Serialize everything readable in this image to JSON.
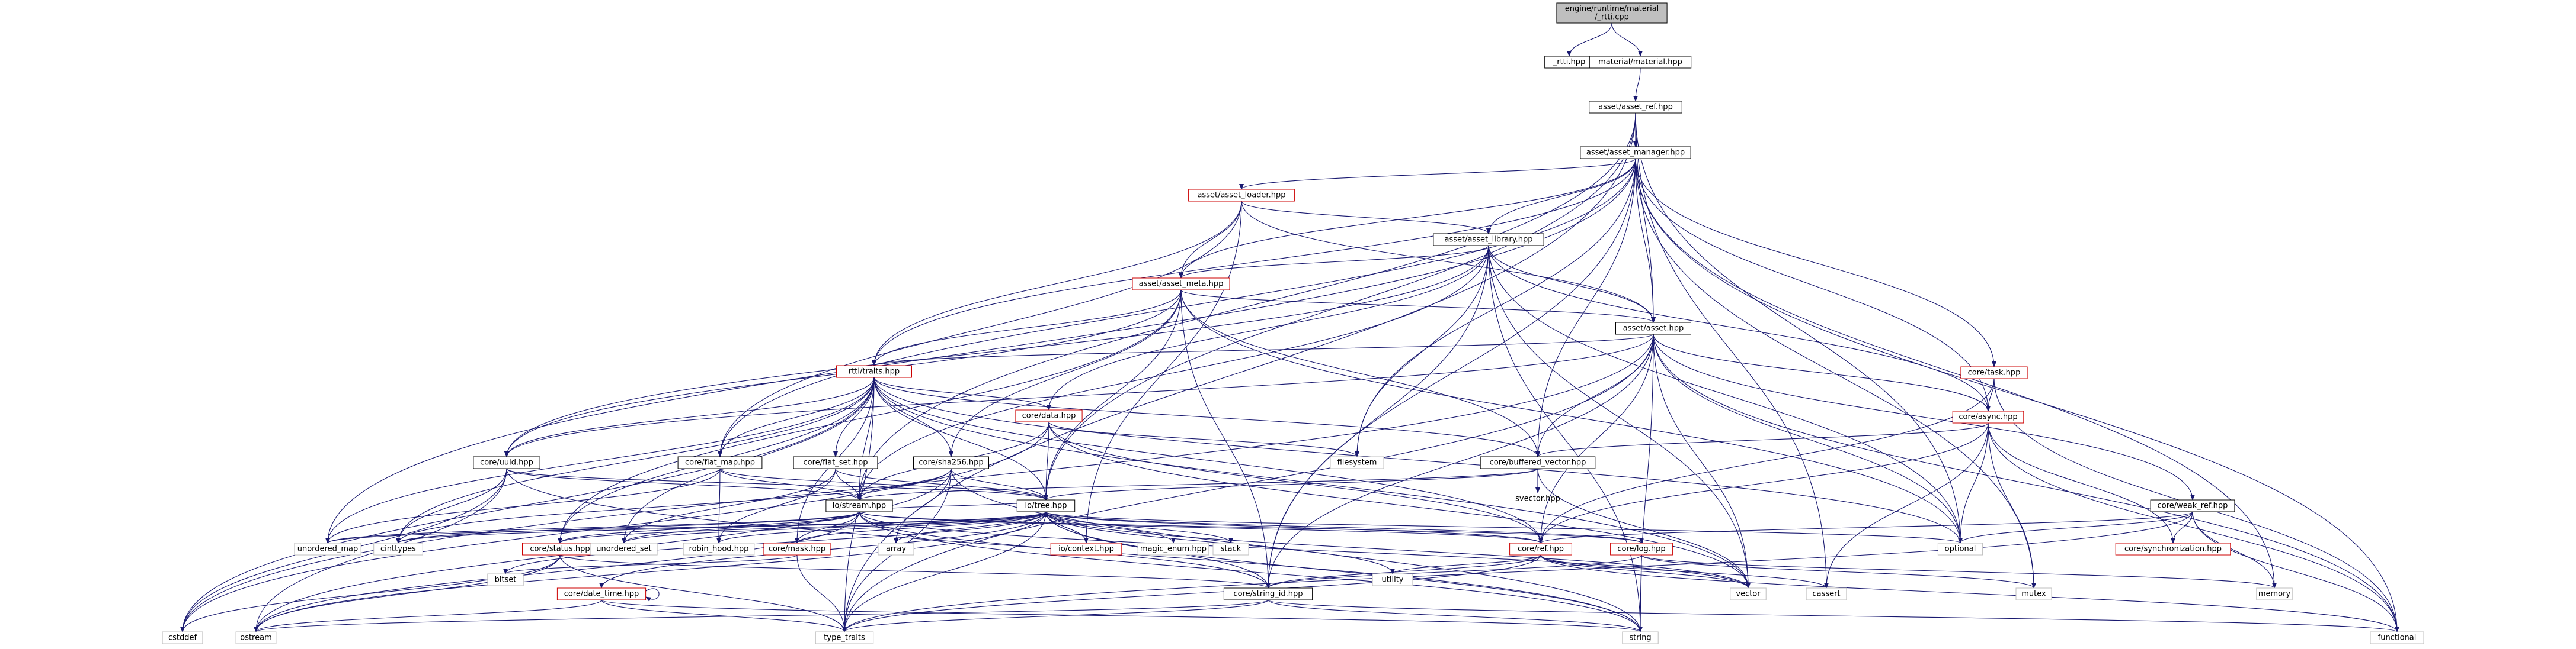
{
  "colors": {
    "edge": "#191970",
    "node_fill": "#ffffff",
    "root_fill": "#bfbfbf",
    "border_included": "#000000",
    "border_truncated": "#cc0000",
    "border_system": "#bfbfbf"
  },
  "nodes": [
    {
      "id": "root",
      "label": "engine/runtime/material\n/_rtti.cpp",
      "kind": "root"
    },
    {
      "id": "rtti",
      "label": "_rtti.hpp",
      "kind": "normal"
    },
    {
      "id": "material",
      "label": "material/material.hpp",
      "kind": "normal"
    },
    {
      "id": "asset_ref",
      "label": "asset/asset_ref.hpp",
      "kind": "normal"
    },
    {
      "id": "asset_manager",
      "label": "asset/asset_manager.hpp",
      "kind": "normal"
    },
    {
      "id": "asset_loader",
      "label": "asset/asset_loader.hpp",
      "kind": "truncated"
    },
    {
      "id": "asset_library",
      "label": "asset/asset_library.hpp",
      "kind": "normal"
    },
    {
      "id": "asset_meta",
      "label": "asset/asset_meta.hpp",
      "kind": "truncated"
    },
    {
      "id": "asset",
      "label": "asset/asset.hpp",
      "kind": "normal"
    },
    {
      "id": "rtti_traits",
      "label": "rtti/traits.hpp",
      "kind": "truncated"
    },
    {
      "id": "core_data",
      "label": "core/data.hpp",
      "kind": "truncated"
    },
    {
      "id": "core_task",
      "label": "core/task.hpp",
      "kind": "truncated"
    },
    {
      "id": "core_async",
      "label": "core/async.hpp",
      "kind": "truncated"
    },
    {
      "id": "core_uuid",
      "label": "core/uuid.hpp",
      "kind": "normal"
    },
    {
      "id": "core_flat_map",
      "label": "core/flat_map.hpp",
      "kind": "normal"
    },
    {
      "id": "core_flat_set",
      "label": "core/flat_set.hpp",
      "kind": "normal"
    },
    {
      "id": "core_sha256",
      "label": "core/sha256.hpp",
      "kind": "normal"
    },
    {
      "id": "filesystem",
      "label": "filesystem",
      "kind": "system"
    },
    {
      "id": "core_buffered_vector",
      "label": "core/buffered_vector.hpp",
      "kind": "normal"
    },
    {
      "id": "svector",
      "label": "svector.hpp",
      "kind": "plain"
    },
    {
      "id": "core_weak_ref",
      "label": "core/weak_ref.hpp",
      "kind": "normal"
    },
    {
      "id": "io_stream",
      "label": "io/stream.hpp",
      "kind": "normal"
    },
    {
      "id": "io_tree",
      "label": "io/tree.hpp",
      "kind": "normal"
    },
    {
      "id": "unordered_map",
      "label": "unordered_map",
      "kind": "system"
    },
    {
      "id": "cinttypes",
      "label": "cinttypes",
      "kind": "system"
    },
    {
      "id": "core_status",
      "label": "core/status.hpp",
      "kind": "truncated"
    },
    {
      "id": "unordered_set",
      "label": "unordered_set",
      "kind": "system"
    },
    {
      "id": "robin_hood",
      "label": "robin_hood.hpp",
      "kind": "system"
    },
    {
      "id": "core_mask",
      "label": "core/mask.hpp",
      "kind": "truncated"
    },
    {
      "id": "array",
      "label": "array",
      "kind": "system"
    },
    {
      "id": "io_context",
      "label": "io/context.hpp",
      "kind": "truncated"
    },
    {
      "id": "magic_enum",
      "label": "magic_enum.hpp",
      "kind": "system"
    },
    {
      "id": "stack",
      "label": "stack",
      "kind": "system"
    },
    {
      "id": "core_ref",
      "label": "core/ref.hpp",
      "kind": "truncated"
    },
    {
      "id": "core_log",
      "label": "core/log.hpp",
      "kind": "truncated"
    },
    {
      "id": "optional",
      "label": "optional",
      "kind": "system"
    },
    {
      "id": "core_synchronization",
      "label": "core/synchronization.hpp",
      "kind": "truncated"
    },
    {
      "id": "bitset",
      "label": "bitset",
      "kind": "system"
    },
    {
      "id": "core_date_time",
      "label": "core/date_time.hpp",
      "kind": "truncated"
    },
    {
      "id": "core_string_id",
      "label": "core/string_id.hpp",
      "kind": "normal"
    },
    {
      "id": "utility",
      "label": "utility",
      "kind": "system"
    },
    {
      "id": "vector",
      "label": "vector",
      "kind": "system"
    },
    {
      "id": "cassert",
      "label": "cassert",
      "kind": "system"
    },
    {
      "id": "mutex",
      "label": "mutex",
      "kind": "system"
    },
    {
      "id": "memory",
      "label": "memory",
      "kind": "system"
    },
    {
      "id": "cstddef",
      "label": "cstddef",
      "kind": "system"
    },
    {
      "id": "ostream",
      "label": "ostream",
      "kind": "system"
    },
    {
      "id": "type_traits",
      "label": "type_traits",
      "kind": "system"
    },
    {
      "id": "string",
      "label": "string",
      "kind": "system"
    },
    {
      "id": "functional",
      "label": "functional",
      "kind": "system"
    }
  ],
  "edges": [
    [
      "root",
      "rtti"
    ],
    [
      "root",
      "material"
    ],
    [
      "material",
      "asset_ref"
    ],
    [
      "asset_ref",
      "asset_manager"
    ],
    [
      "asset_ref",
      "asset"
    ],
    [
      "asset_ref",
      "io_stream"
    ],
    [
      "asset_ref",
      "io_tree"
    ],
    [
      "asset_ref",
      "optional"
    ],
    [
      "asset_ref",
      "cassert"
    ],
    [
      "asset_ref",
      "type_traits"
    ],
    [
      "asset_manager",
      "asset_loader"
    ],
    [
      "asset_manager",
      "asset_library"
    ],
    [
      "asset_manager",
      "asset_meta"
    ],
    [
      "asset_manager",
      "asset"
    ],
    [
      "asset_manager",
      "rtti_traits"
    ],
    [
      "asset_manager",
      "core_task"
    ],
    [
      "asset_manager",
      "core_async"
    ],
    [
      "asset_manager",
      "core_flat_map"
    ],
    [
      "asset_manager",
      "filesystem"
    ],
    [
      "asset_manager",
      "core_buffered_vector"
    ],
    [
      "asset_manager",
      "core_string_id"
    ],
    [
      "asset_manager",
      "unordered_map"
    ],
    [
      "asset_manager",
      "mutex"
    ],
    [
      "asset_manager",
      "memory"
    ],
    [
      "asset_manager",
      "functional"
    ],
    [
      "asset_loader",
      "asset_library"
    ],
    [
      "asset_loader",
      "asset_meta"
    ],
    [
      "asset_loader",
      "asset"
    ],
    [
      "asset_loader",
      "rtti_traits"
    ],
    [
      "asset_loader",
      "core_flat_map"
    ],
    [
      "asset_loader",
      "io_context"
    ],
    [
      "asset_library",
      "asset_meta"
    ],
    [
      "asset_library",
      "asset"
    ],
    [
      "asset_library",
      "core_data"
    ],
    [
      "asset_library",
      "core_async"
    ],
    [
      "asset_library",
      "filesystem"
    ],
    [
      "asset_library",
      "io_stream"
    ],
    [
      "asset_library",
      "core_uuid"
    ],
    [
      "asset_library",
      "optional"
    ],
    [
      "asset_library",
      "string"
    ],
    [
      "asset_library",
      "vector"
    ],
    [
      "asset_library",
      "core_string_id"
    ],
    [
      "asset_meta",
      "asset"
    ],
    [
      "asset_meta",
      "rtti_traits"
    ],
    [
      "asset_meta",
      "core_uuid"
    ],
    [
      "asset_meta",
      "core_sha256"
    ],
    [
      "asset_meta",
      "core_buffered_vector"
    ],
    [
      "asset_meta",
      "io_tree"
    ],
    [
      "asset_meta",
      "core_string_id"
    ],
    [
      "asset_meta",
      "core_status"
    ],
    [
      "asset_meta",
      "optional"
    ],
    [
      "asset",
      "rtti_traits"
    ],
    [
      "asset",
      "core_uuid"
    ],
    [
      "asset",
      "core_buffered_vector"
    ],
    [
      "asset",
      "core_weak_ref"
    ],
    [
      "asset",
      "core_async"
    ],
    [
      "asset",
      "core_ref"
    ],
    [
      "asset",
      "core_string_id"
    ],
    [
      "asset",
      "optional"
    ],
    [
      "asset",
      "vector"
    ],
    [
      "asset",
      "cstddef"
    ],
    [
      "asset",
      "type_traits"
    ],
    [
      "asset",
      "functional"
    ],
    [
      "asset",
      "string"
    ],
    [
      "rtti_traits",
      "core_data"
    ],
    [
      "rtti_traits",
      "core_uuid"
    ],
    [
      "rtti_traits",
      "core_flat_map"
    ],
    [
      "rtti_traits",
      "core_flat_set"
    ],
    [
      "rtti_traits",
      "core_sha256"
    ],
    [
      "rtti_traits",
      "io_stream"
    ],
    [
      "rtti_traits",
      "io_tree"
    ],
    [
      "rtti_traits",
      "core_buffered_vector"
    ],
    [
      "rtti_traits",
      "core_ref"
    ],
    [
      "rtti_traits",
      "core_mask"
    ],
    [
      "rtti_traits",
      "core_status"
    ],
    [
      "rtti_traits",
      "unordered_map"
    ],
    [
      "rtti_traits",
      "unordered_set"
    ],
    [
      "rtti_traits",
      "cinttypes"
    ],
    [
      "rtti_traits",
      "optional"
    ],
    [
      "rtti_traits",
      "vector"
    ],
    [
      "rtti_traits",
      "type_traits"
    ],
    [
      "rtti_traits",
      "cstddef"
    ],
    [
      "core_data",
      "filesystem"
    ],
    [
      "core_data",
      "io_stream"
    ],
    [
      "core_data",
      "io_tree"
    ],
    [
      "core_data",
      "core_ref"
    ],
    [
      "core_data",
      "vector"
    ],
    [
      "core_data",
      "cstddef"
    ],
    [
      "core_task",
      "core_async"
    ],
    [
      "core_task",
      "core_ref"
    ],
    [
      "core_task",
      "functional"
    ],
    [
      "core_async",
      "core_synchronization"
    ],
    [
      "core_async",
      "core_buffered_vector"
    ],
    [
      "core_async",
      "optional"
    ],
    [
      "core_async",
      "core_ref"
    ],
    [
      "core_async",
      "cassert"
    ],
    [
      "core_async",
      "functional"
    ],
    [
      "core_async",
      "mutex"
    ],
    [
      "core_uuid",
      "io_stream"
    ],
    [
      "core_uuid",
      "io_tree"
    ],
    [
      "core_uuid",
      "cinttypes"
    ],
    [
      "core_uuid",
      "cstddef"
    ],
    [
      "core_uuid",
      "string"
    ],
    [
      "core_uuid",
      "ostream"
    ],
    [
      "core_flat_map",
      "robin_hood"
    ],
    [
      "core_flat_map",
      "io_stream"
    ],
    [
      "core_flat_map",
      "io_tree"
    ],
    [
      "core_flat_map",
      "unordered_map"
    ],
    [
      "core_flat_set",
      "robin_hood"
    ],
    [
      "core_flat_set",
      "io_stream"
    ],
    [
      "core_flat_set",
      "io_tree"
    ],
    [
      "core_flat_set",
      "unordered_set"
    ],
    [
      "core_sha256",
      "io_stream"
    ],
    [
      "core_sha256",
      "io_tree"
    ],
    [
      "core_sha256",
      "array"
    ],
    [
      "core_sha256",
      "cinttypes"
    ],
    [
      "core_sha256",
      "string"
    ],
    [
      "core_sha256",
      "type_traits"
    ],
    [
      "core_sha256",
      "ostream"
    ],
    [
      "core_buffered_vector",
      "svector"
    ],
    [
      "core_buffered_vector",
      "io_stream"
    ],
    [
      "core_buffered_vector",
      "io_tree"
    ],
    [
      "core_buffered_vector",
      "vector"
    ],
    [
      "core_weak_ref",
      "core_ref"
    ],
    [
      "core_weak_ref",
      "core_synchronization"
    ],
    [
      "core_weak_ref",
      "optional"
    ],
    [
      "core_weak_ref",
      "memory"
    ],
    [
      "core_weak_ref",
      "functional"
    ],
    [
      "core_weak_ref",
      "type_traits"
    ],
    [
      "io_stream",
      "io_tree"
    ],
    [
      "io_stream",
      "core_status"
    ],
    [
      "io_stream",
      "core_mask"
    ],
    [
      "io_stream",
      "core_ref"
    ],
    [
      "io_stream",
      "core_log"
    ],
    [
      "io_stream",
      "core_string_id"
    ],
    [
      "io_stream",
      "unordered_map"
    ],
    [
      "io_stream",
      "unordered_set"
    ],
    [
      "io_stream",
      "cinttypes"
    ],
    [
      "io_stream",
      "vector"
    ],
    [
      "io_stream",
      "string"
    ],
    [
      "io_stream",
      "ostream"
    ],
    [
      "io_tree",
      "core_status"
    ],
    [
      "io_tree",
      "core_mask"
    ],
    [
      "io_tree",
      "io_context"
    ],
    [
      "io_tree",
      "core_ref"
    ],
    [
      "io_tree",
      "core_log"
    ],
    [
      "io_tree",
      "core_string_id"
    ],
    [
      "io_tree",
      "magic_enum"
    ],
    [
      "io_tree",
      "robin_hood"
    ],
    [
      "io_tree",
      "array"
    ],
    [
      "io_tree",
      "stack"
    ],
    [
      "io_tree",
      "unordered_map"
    ],
    [
      "io_tree",
      "unordered_set"
    ],
    [
      "io_tree",
      "cinttypes"
    ],
    [
      "io_tree",
      "optional"
    ],
    [
      "io_tree",
      "vector"
    ],
    [
      "io_tree",
      "string"
    ],
    [
      "io_tree",
      "utility"
    ],
    [
      "io_tree",
      "type_traits"
    ],
    [
      "io_tree",
      "bitset"
    ],
    [
      "io_tree",
      "core_date_time"
    ],
    [
      "io_tree",
      "ostream"
    ],
    [
      "core_status",
      "core_string_id"
    ],
    [
      "core_status",
      "type_traits"
    ],
    [
      "core_status",
      "ostream"
    ],
    [
      "core_status",
      "cstddef"
    ],
    [
      "core_mask",
      "type_traits"
    ],
    [
      "core_mask",
      "bitset"
    ],
    [
      "io_context",
      "io_tree"
    ],
    [
      "core_ref",
      "core_string_id"
    ],
    [
      "core_ref",
      "vector"
    ],
    [
      "core_ref",
      "cassert"
    ],
    [
      "core_ref",
      "utility"
    ],
    [
      "core_ref",
      "type_traits"
    ],
    [
      "core_ref",
      "functional"
    ],
    [
      "core_log",
      "core_string_id"
    ],
    [
      "core_log",
      "string"
    ],
    [
      "core_log",
      "mutex"
    ],
    [
      "core_log",
      "memory"
    ],
    [
      "core_date_time",
      "core_date_time"
    ],
    [
      "core_date_time",
      "string"
    ],
    [
      "core_date_time",
      "type_traits"
    ],
    [
      "core_date_time",
      "ostream"
    ],
    [
      "core_string_id",
      "string"
    ],
    [
      "core_string_id",
      "type_traits"
    ],
    [
      "core_string_id",
      "functional"
    ],
    [
      "core_string_id",
      "ostream"
    ]
  ]
}
